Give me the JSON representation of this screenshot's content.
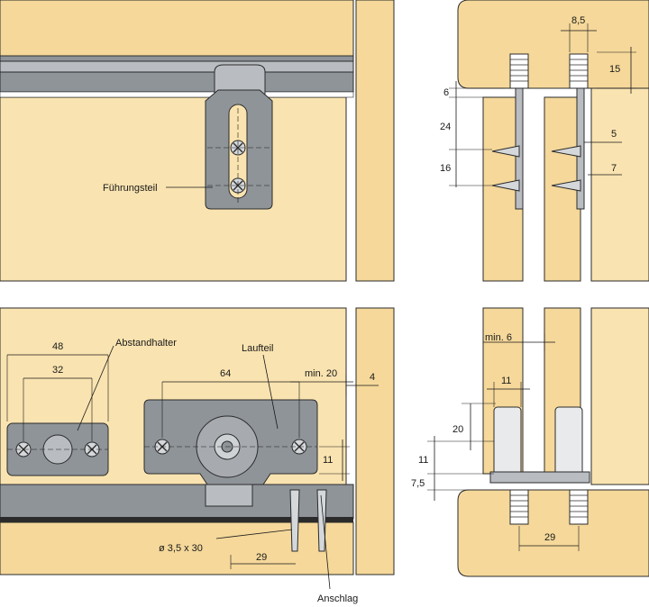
{
  "colors": {
    "wood": "#f5d89a",
    "wood_light": "#f9e3b0",
    "metal": "#8f9499",
    "metal_light": "#b9bdc2",
    "line": "#1a1a1a"
  },
  "labels": {
    "fuehrungsteil": "Führungsteil",
    "abstandhalter": "Abstandhalter",
    "laufteil": "Laufteil",
    "anschlag": "Anschlag",
    "screw_size": "ø 3,5 x 30"
  },
  "dims_top_right": {
    "d8_5": "8,5",
    "d15": "15",
    "d6": "6",
    "d24": "24",
    "d16": "16",
    "d5": "5",
    "d7": "7"
  },
  "dims_bottom_left": {
    "d48": "48",
    "d32": "32",
    "d64": "64",
    "min20": "min. 20",
    "d4": "4",
    "d11": "11",
    "d29": "29"
  },
  "dims_bottom_right": {
    "min6": "min. 6",
    "d11a": "11",
    "d20": "20",
    "d11b": "11",
    "d7_5": "7,5",
    "d29": "29"
  }
}
